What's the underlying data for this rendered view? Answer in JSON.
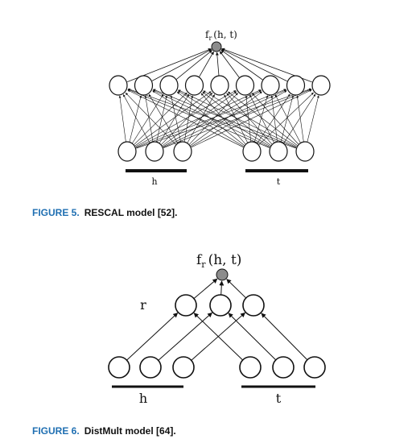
{
  "figure5": {
    "output_label": "f_r (h, t)",
    "output_main": "f",
    "output_sub": "r",
    "output_args": "(h, t)",
    "head_label": "h",
    "tail_label": "t",
    "caption_number": "FIGURE 5.",
    "caption_text": "RESCAL model [52].",
    "counts": {
      "inputs_per_side": 3,
      "hidden": 9
    }
  },
  "figure6": {
    "output_label": "f_r (h, t)",
    "output_main": "f",
    "output_sub": "r",
    "output_args": "(h, t)",
    "relation_label": "r",
    "head_label": "h",
    "tail_label": "t",
    "caption_number": "FIGURE 6.",
    "caption_text": "DistMult model [64].",
    "counts": {
      "inputs_per_side": 3,
      "hidden": 3
    }
  },
  "colors": {
    "caption_accent": "#1f6fb2",
    "output_node_fill": "#8c8c8c",
    "stroke": "#111111"
  }
}
